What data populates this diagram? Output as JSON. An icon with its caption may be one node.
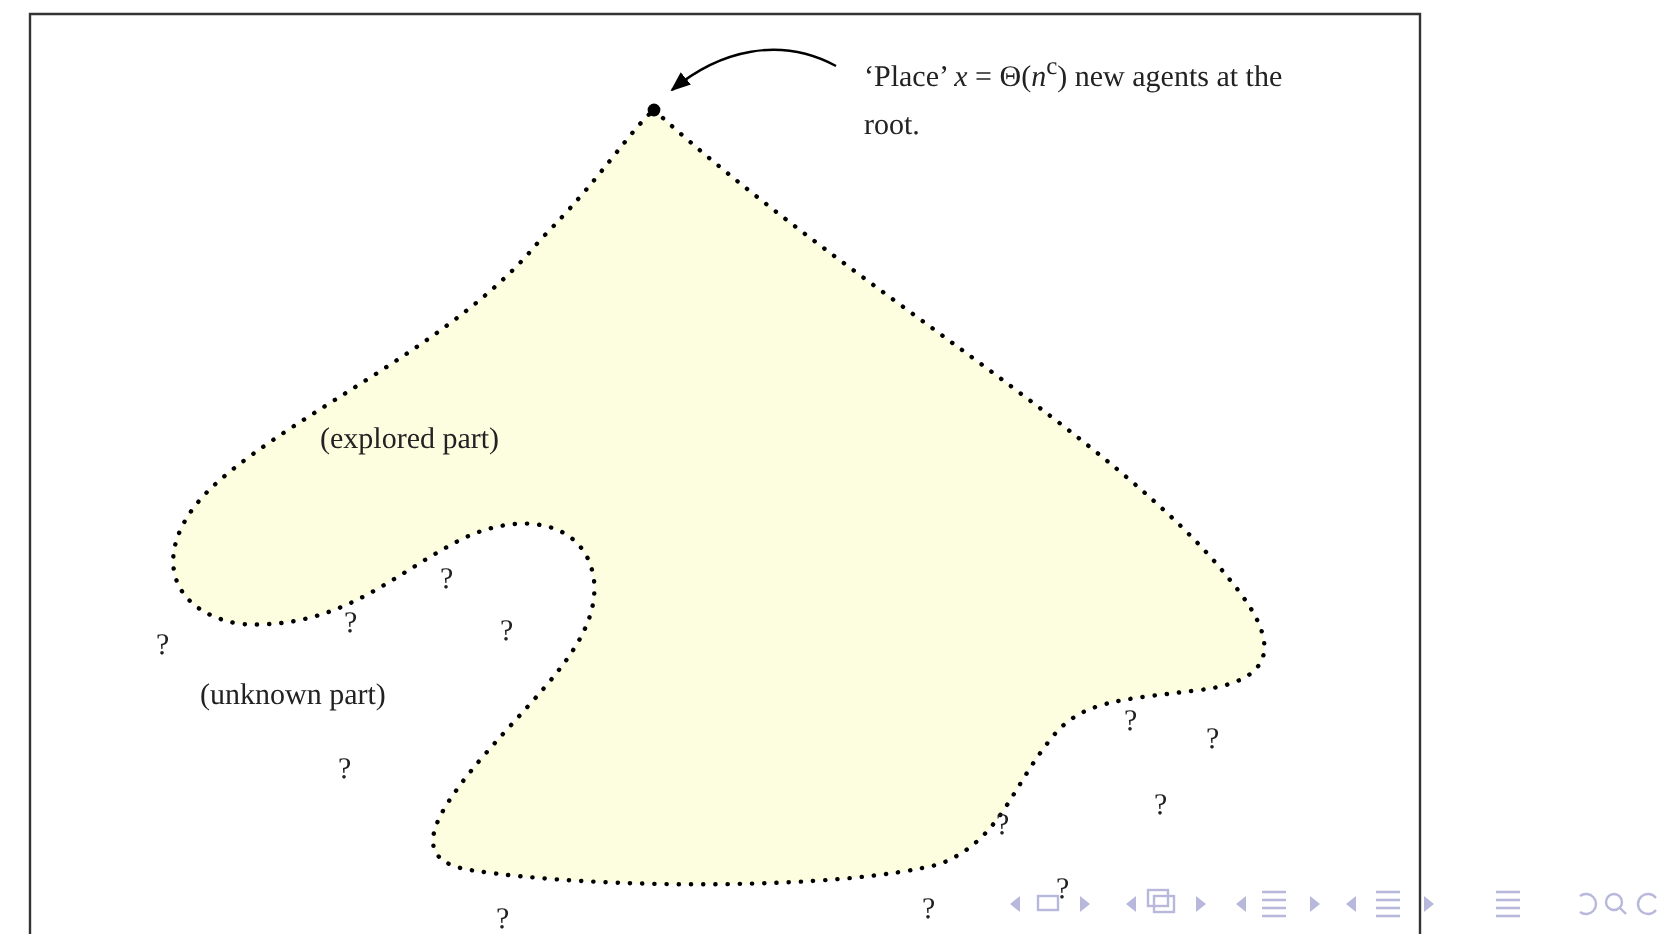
{
  "diagram": {
    "nodes": [
      {
        "text": [
          "(explored part)"
        ]
      },
      {
        "text": [],
        "shape": "circle"
      },
      {
        "text": [
          "‘Place’ *x* = Θ(*n*$^{c}$) new agents at the root."
        ]
      }
    ],
    "edges": [
      {
        "from": 2,
        "to": 1,
        "arrow": "to"
      }
    ],
    "labels": [
      "?",
      "?",
      "?",
      "?",
      "(unknown part)",
      "?",
      "?",
      "?",
      "?",
      "?",
      "?",
      "?",
      "?"
    ]
  }
}
